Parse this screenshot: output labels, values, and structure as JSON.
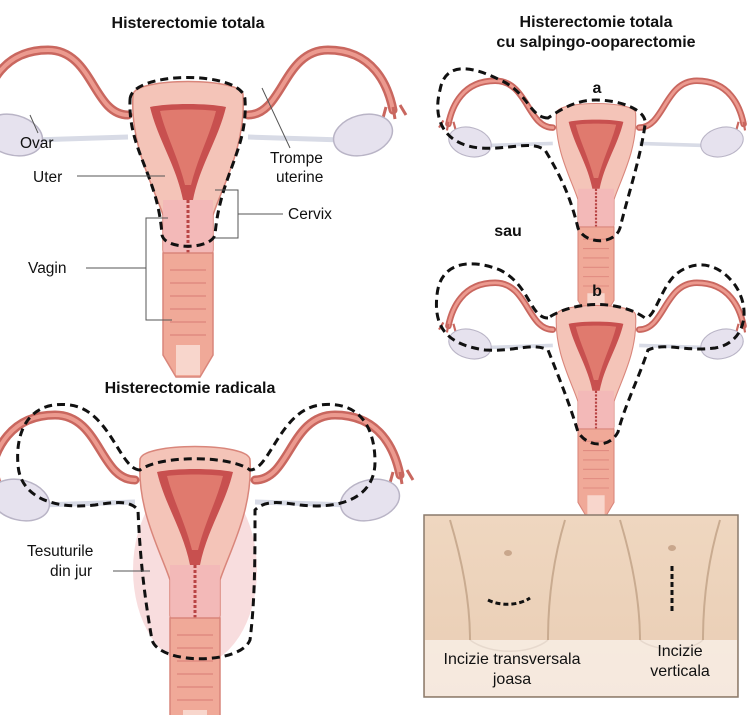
{
  "panels": {
    "total": {
      "title": "Histerectomie totala",
      "labels": {
        "ovar": "Ovar",
        "uter": "Uter",
        "trompe_1": "Trompe",
        "trompe_2": "uterine",
        "cervix": "Cervix",
        "vagin": "Vagin"
      }
    },
    "salpingo": {
      "title_1": "Histerectomie totala",
      "title_2": "cu salpingo-ooparectomie",
      "option_a": "a",
      "or_text": "sau",
      "option_b": "b"
    },
    "radical": {
      "title": "Histerectomie radicala",
      "labels": {
        "tesut_1": "Tesuturile",
        "tesut_2": "din jur"
      }
    },
    "incisions": {
      "transverse_1": "Incizie transversala",
      "transverse_2": "joasa",
      "vertical_1": "Incizie",
      "vertical_2": "verticala"
    }
  },
  "colors": {
    "tissue": "#f4c4b8",
    "tissue_dark": "#e08b80",
    "cavity": "#c8504f",
    "tube": "#d9736a",
    "ovary": "#e6e2ee",
    "cut_line": "#111111",
    "skin": "#f1dcc6"
  }
}
